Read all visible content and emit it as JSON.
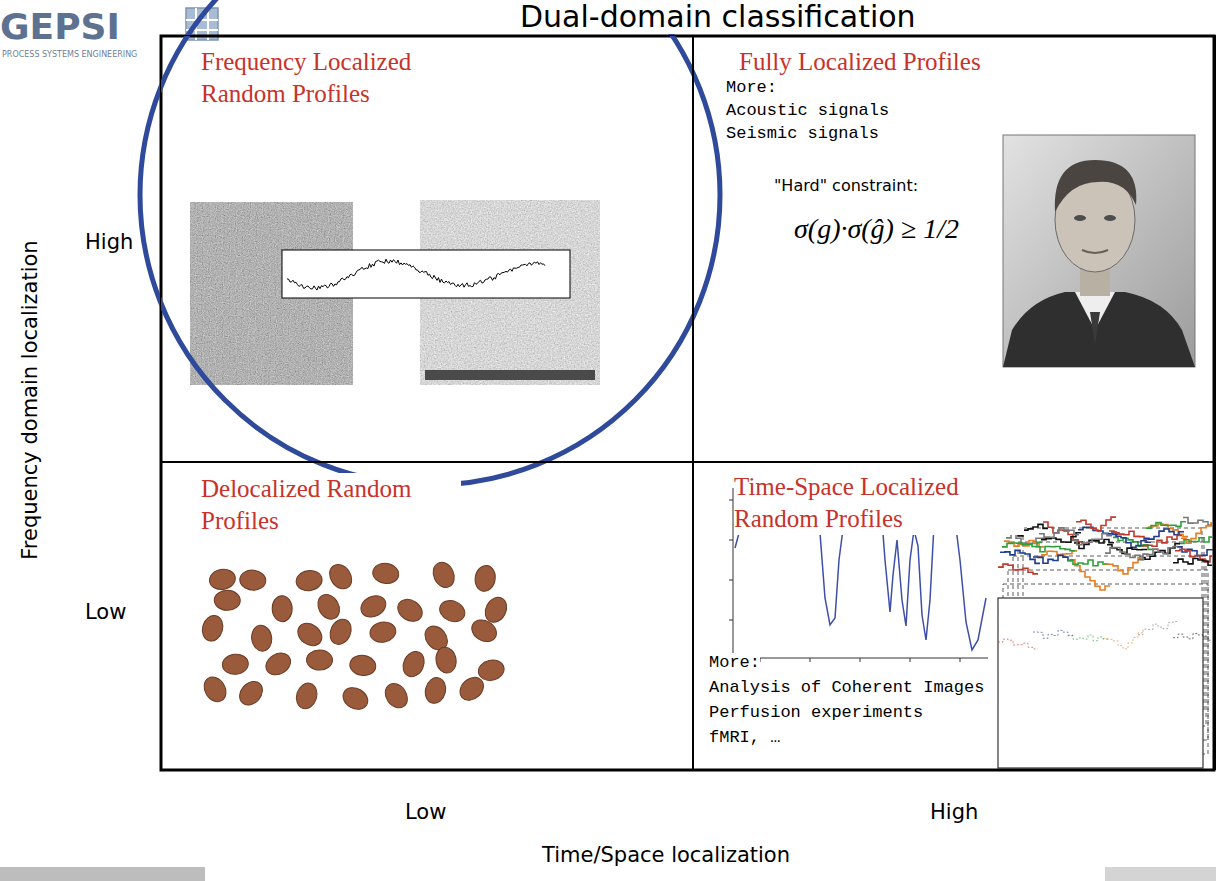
{
  "diagram": {
    "title": "Dual-domain classification",
    "nodes": [
      {
        "text": [
          "Frequency Localized Random Profiles"
        ]
      },
      {
        "text": [
          "Fully Localized Profiles",
          "More:",
          "Acoustic signals",
          "Seismic signals",
          "\"Hard\" constraint:",
          "σ(g)·σ(ĝ) ≥ 1/2"
        ]
      },
      {
        "text": [
          "Delocalized Random Profiles"
        ]
      },
      {
        "text": [
          "Time-Space Localized Random Profiles",
          "More:",
          "Analysis of Coherent Images",
          "Perfusion experiments",
          "fMRI, …"
        ]
      }
    ],
    "labels": [
      "GEPSI",
      "PROCESS SYSTEMS ENGINEERING",
      "Frequency domain localization",
      "High",
      "Low",
      "Low",
      "High",
      "Time/Space localization"
    ]
  }
}
